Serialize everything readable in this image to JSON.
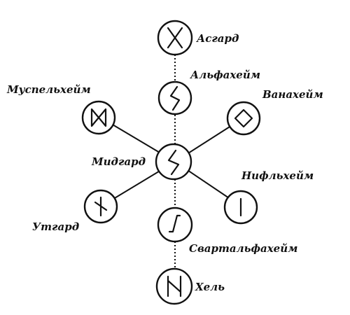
{
  "diagram": {
    "nodes": [
      {
        "id": "asgard",
        "label": "Асгард",
        "rune": "gebo-rune-icon"
      },
      {
        "id": "alfheim",
        "label": "Альфахейм",
        "rune": "sowilo-rune-icon"
      },
      {
        "id": "muspelheim",
        "label": "Муспельхейм",
        "rune": "dagaz-rune-icon"
      },
      {
        "id": "vanaheim",
        "label": "Ванахейм",
        "rune": "ingwaz-rune-icon"
      },
      {
        "id": "midgard",
        "label": "Мидгард",
        "rune": "sowilo-rune-icon"
      },
      {
        "id": "niflheim",
        "label": "Нифльхейм",
        "rune": "isa-rune-icon"
      },
      {
        "id": "utgard",
        "label": "Утгард",
        "rune": "nauthiz-rune-icon"
      },
      {
        "id": "svartalfheim",
        "label": "Свартальфахейм",
        "rune": "eihwaz-rune-icon"
      },
      {
        "id": "hel",
        "label": "Хель",
        "rune": "hagalaz-rune-icon"
      }
    ],
    "edges": [
      {
        "from": "asgard",
        "to": "alfheim",
        "style": "dotted"
      },
      {
        "from": "alfheim",
        "to": "midgard",
        "style": "dotted"
      },
      {
        "from": "midgard",
        "to": "svartalfheim",
        "style": "dotted"
      },
      {
        "from": "svartalfheim",
        "to": "hel",
        "style": "dotted"
      },
      {
        "from": "midgard",
        "to": "muspelheim",
        "style": "solid"
      },
      {
        "from": "midgard",
        "to": "vanaheim",
        "style": "solid"
      },
      {
        "from": "midgard",
        "to": "utgard",
        "style": "solid"
      },
      {
        "from": "midgard",
        "to": "niflheim",
        "style": "solid"
      }
    ]
  },
  "colors": {
    "ink": "#111111",
    "background": "#ffffff"
  }
}
